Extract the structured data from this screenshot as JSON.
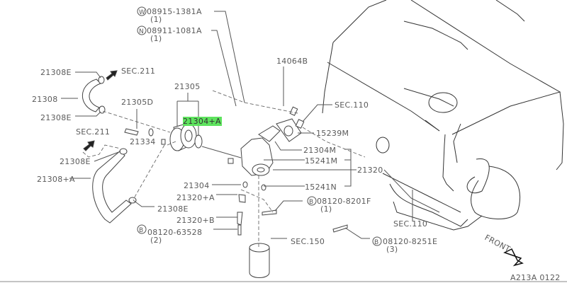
{
  "diagram": {
    "highlight_color": "#5ee35e",
    "labels": {
      "washer_code": "W",
      "washer_part": "08915-1381A",
      "washer_qty": "(1)",
      "nut_code": "N",
      "nut_part": "08911-1081A",
      "nut_qty": "(1)",
      "p14064b": "14064B",
      "hose_clamp_top": "21308E",
      "sec211_top": "SEC.211",
      "p21305": "21305",
      "p21308": "21308",
      "p21305d": "21305D",
      "sec110_top": "SEC.110",
      "hose_clamp_mid": "21308E",
      "p21304a": "21304+A",
      "sec211_left": "SEC.211",
      "p15239m": "15239M",
      "p21334": "21334",
      "hose_clamp_low": "21308E",
      "p21304m": "21304M",
      "p15241m": "15241M",
      "p21320": "21320",
      "p21308a": "21308+A",
      "p21304": "21304",
      "p15241n": "15241N",
      "p21320a": "21320+A",
      "bolt1_code": "B",
      "bolt1_part": "08120-8201F",
      "bolt1_qty": "(1)",
      "hose_clamp_bottom": "21308E",
      "p21320b": "21320+B",
      "bolt2_code": "B",
      "bolt2_part": "08120-63528",
      "bolt2_qty": "(2)",
      "sec150": "SEC.150",
      "sec110_bottom": "SEC.110",
      "bolt3_code": "B",
      "bolt3_part": "08120-8251E",
      "bolt3_qty": "(3)",
      "front": "FRONT",
      "figure_id": "A213A 0122"
    }
  }
}
